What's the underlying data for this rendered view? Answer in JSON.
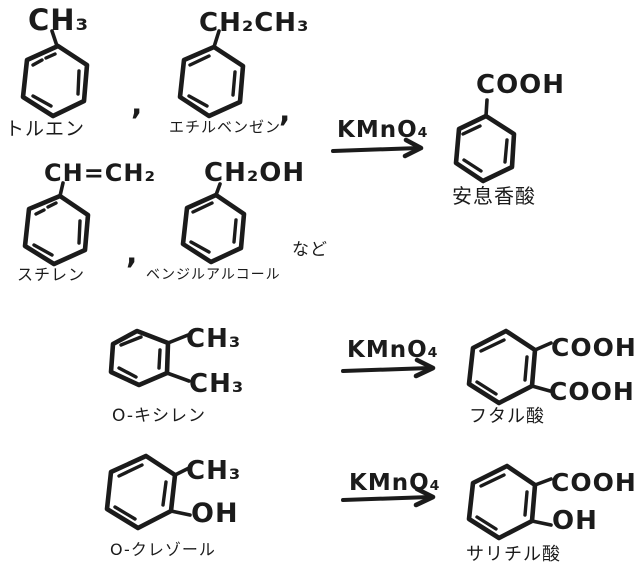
{
  "page": {
    "background": "#ffffff",
    "ink_color": "#1b1b1b"
  },
  "reaction1": {
    "reactants": [
      {
        "formula": "CH₃",
        "name": "トルエン"
      },
      {
        "formula": "CH₂CH₃",
        "name": "エチルベンゼン"
      },
      {
        "formula": "CH=CH₂",
        "name": "スチレン"
      },
      {
        "formula": "CH₂OH",
        "name": "ベンジルアルコール"
      }
    ],
    "separator": ",",
    "etc": "など",
    "reagent": "KMnO₄",
    "product": {
      "formula": "COOH",
      "name": "安息香酸"
    }
  },
  "reaction2": {
    "reactant": {
      "substituents": [
        "CH₃",
        "CH₃"
      ],
      "name": "O-キシレン"
    },
    "reagent": "KMnO₄",
    "product": {
      "substituents": [
        "COOH",
        "COOH"
      ],
      "name": "フタル酸"
    }
  },
  "reaction3": {
    "reactant": {
      "substituents": [
        "CH₃",
        "OH"
      ],
      "name": "O-クレゾール"
    },
    "reagent": "KMnO₄",
    "product": {
      "substituents": [
        "COOH",
        "OH"
      ],
      "name": "サリチル酸"
    }
  }
}
